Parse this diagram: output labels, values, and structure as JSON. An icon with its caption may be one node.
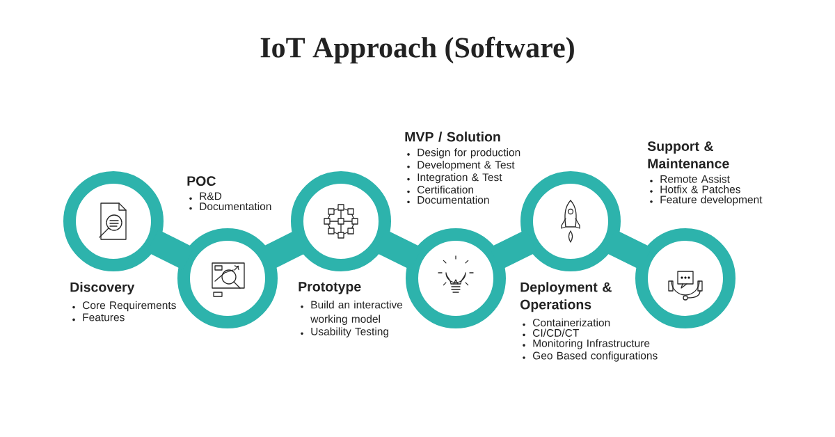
{
  "diagram": {
    "title": "IoT Approach (Software)",
    "nodes": [
      {
        "text": [],
        "shape": "circle",
        "beside": [
          "Discovery",
          "Core Requirements",
          "Features"
        ]
      },
      {
        "text": [],
        "shape": "circle",
        "beside": [
          "POC",
          "R&D",
          "Documentation"
        ]
      },
      {
        "text": [],
        "shape": "circle",
        "beside": [
          "Prototype",
          "Build an interactive working model",
          "Usability Testing"
        ]
      },
      {
        "text": [],
        "shape": "circle",
        "beside": [
          "MVP / Solution",
          "Design for production",
          "Development & Test",
          "Integration & Test",
          "Certification",
          "Documentation"
        ]
      },
      {
        "text": [],
        "shape": "circle",
        "beside": [
          "Deployment & Operations",
          "Containerization",
          "CI/CD/CT",
          "Monitoring Infrastructure",
          "Geo Based configurations"
        ]
      },
      {
        "text": [],
        "shape": "circle",
        "beside": [
          "Support & Maintenance",
          "Remote Assist",
          "Hotfix & Patches",
          "Feature development"
        ]
      }
    ],
    "edges": [
      {
        "from": 0,
        "to": 1,
        "arrow": "none"
      },
      {
        "from": 1,
        "to": 2,
        "arrow": "none"
      },
      {
        "from": 2,
        "to": 3,
        "arrow": "none"
      },
      {
        "from": 3,
        "to": 4,
        "arrow": "none"
      },
      {
        "from": 4,
        "to": 5,
        "arrow": "none"
      }
    ]
  }
}
